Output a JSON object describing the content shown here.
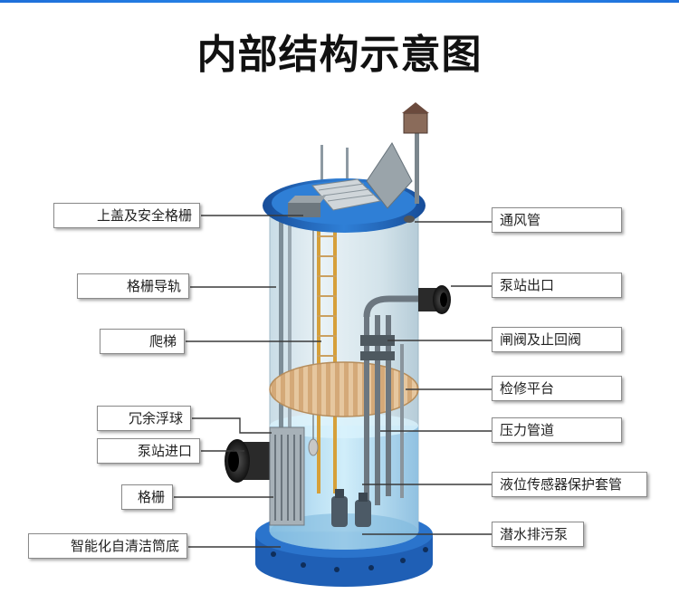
{
  "title": "内部结构示意图",
  "labels_left": [
    "上盖及安全格栅",
    "格栅导轨",
    "爬梯",
    "冗余浮球",
    "泵站进口",
    "格栅",
    "智能化自清洁筒底"
  ],
  "labels_right": [
    "通风管",
    "泵站出口",
    "闸阀及止回阀",
    "检修平台",
    "压力管道",
    "液位传感器保护套管",
    "潜水排污泵"
  ],
  "colors": {
    "accent": "#1e6fd9",
    "tank_rim": "#1f5fb5",
    "platform": "#e3c49a",
    "water": "#bfe3f5",
    "ladder": "#d6a03a"
  }
}
